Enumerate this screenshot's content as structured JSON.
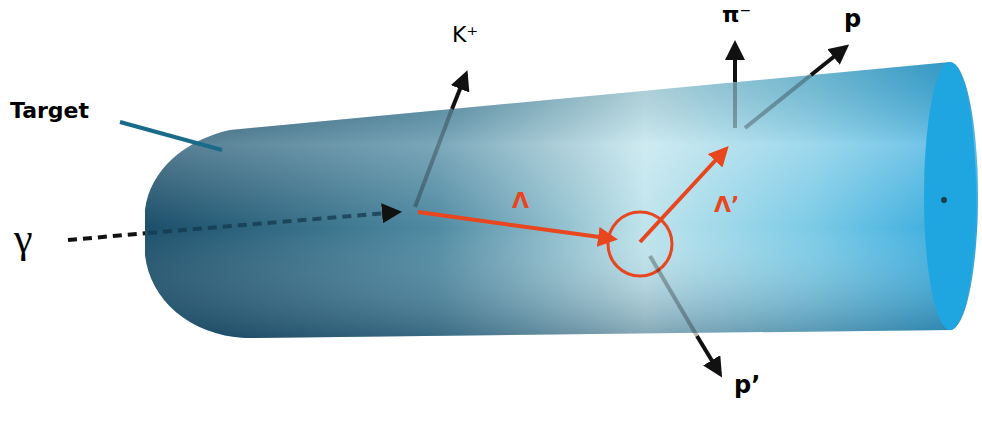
{
  "diagram": {
    "labels": [
      "Target",
      "γ",
      "K⁺",
      "Λ",
      "Λ’",
      "π⁻",
      "p",
      "p’"
    ]
  }
}
